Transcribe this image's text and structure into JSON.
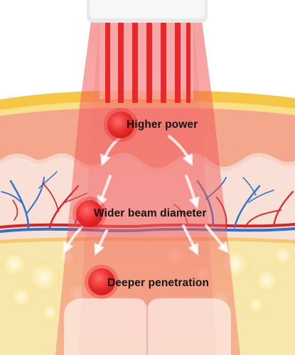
{
  "labels": {
    "higher_power": "Higher power",
    "wider_beam": "Wider beam diameter",
    "deeper_penetration": "Deeper penetration"
  },
  "colors": {
    "laser_red": "#e8282a",
    "beam_glow": "#f25b5b",
    "epidermis_yellow": "#f6c744",
    "dermis_peach": "#f4a78c",
    "dermis_pink": "#f8cfc3",
    "subcutaneous_cream": "#f8e7ad",
    "fat_cell_yellow": "#fdf1b8",
    "vein_blue": "#2f73c6",
    "artery_red": "#d7232a"
  },
  "icons": {
    "device": "laser-handpiece-icon",
    "marker": "red-dot-icon",
    "arrow": "white-arrow-icon"
  }
}
